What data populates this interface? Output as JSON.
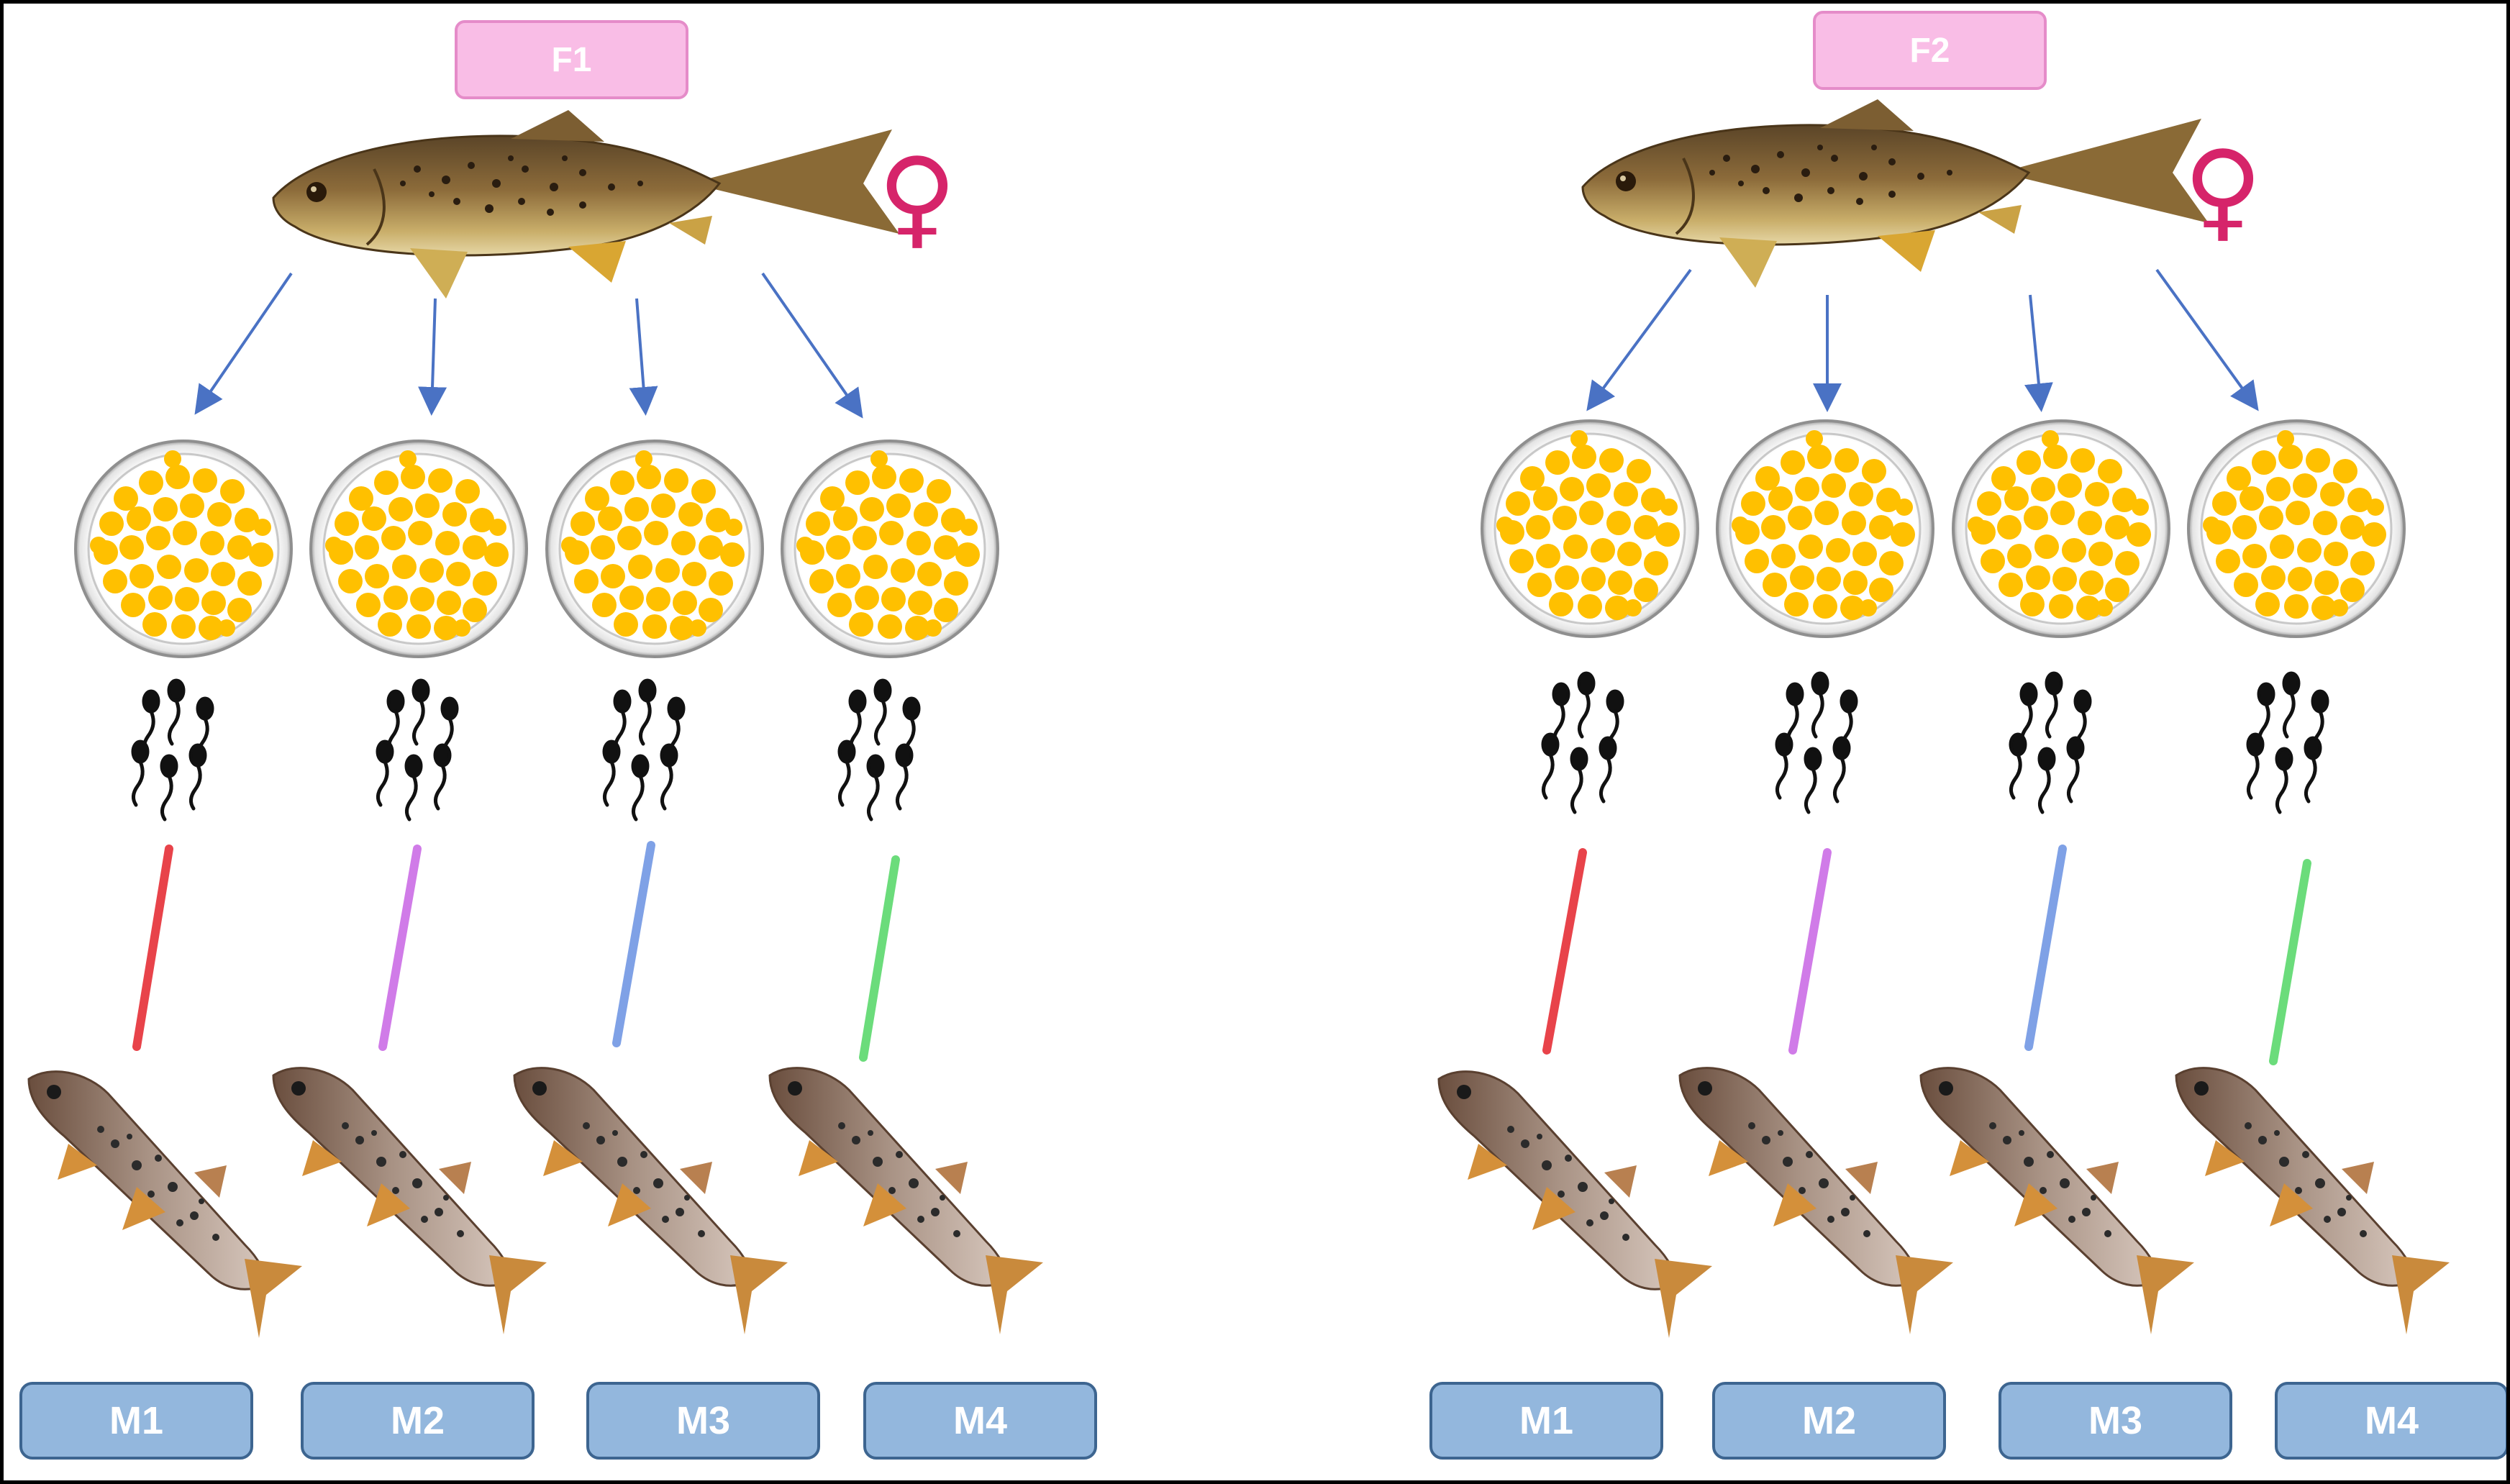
{
  "colors": {
    "female_label_bg": "#f9bde6",
    "male_label_bg": "#93b7dd",
    "arrow": "#4a72c4",
    "egg": "#ffc000",
    "female_symbol": "#d6246a",
    "pipettes": [
      "#e8434a",
      "#d07be8",
      "#7fa1e6",
      "#6bdc7b"
    ]
  },
  "groups": [
    {
      "female_label": "F1",
      "female_symbol": "♀",
      "males": [
        "M1",
        "M2",
        "M3",
        "M4"
      ]
    },
    {
      "female_label": "F2",
      "female_symbol": "♀",
      "males": [
        "M1",
        "M2",
        "M3",
        "M4"
      ]
    }
  ],
  "icons": [
    "female-trout-icon",
    "petri-dish-eggs-icon",
    "sperm-icon",
    "pipette-icon",
    "male-trout-icon"
  ]
}
